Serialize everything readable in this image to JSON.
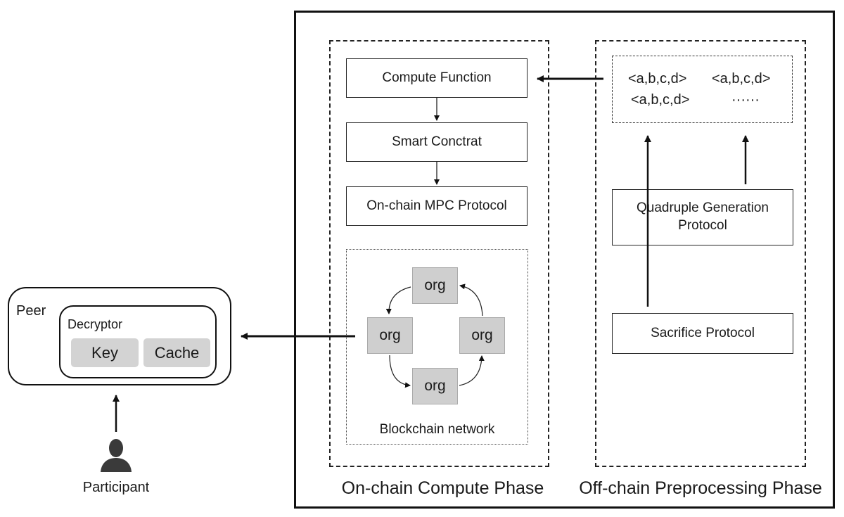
{
  "peer": {
    "label": "Peer",
    "decryptor": {
      "label": "Decryptor",
      "key": "Key",
      "cache": "Cache"
    }
  },
  "participant": {
    "label": "Participant"
  },
  "on_chain": {
    "phase_label": "On-chain Compute Phase",
    "compute_function": "Compute Function",
    "smart_contract": "Smart Conctrat",
    "mpc_protocol": "On-chain MPC Protocol",
    "blockchain": {
      "label": "Blockchain network",
      "orgs": [
        "org",
        "org",
        "org",
        "org"
      ]
    }
  },
  "off_chain": {
    "phase_label": "Off-chain Preprocessing Phase",
    "quadruples": [
      "<a,b,c,d>",
      "<a,b,c,d>",
      "<a,b,c,d>",
      "······"
    ],
    "quadruple_generation": "Quadruple Generation Protocol",
    "sacrifice": "Sacrifice Protocol"
  }
}
